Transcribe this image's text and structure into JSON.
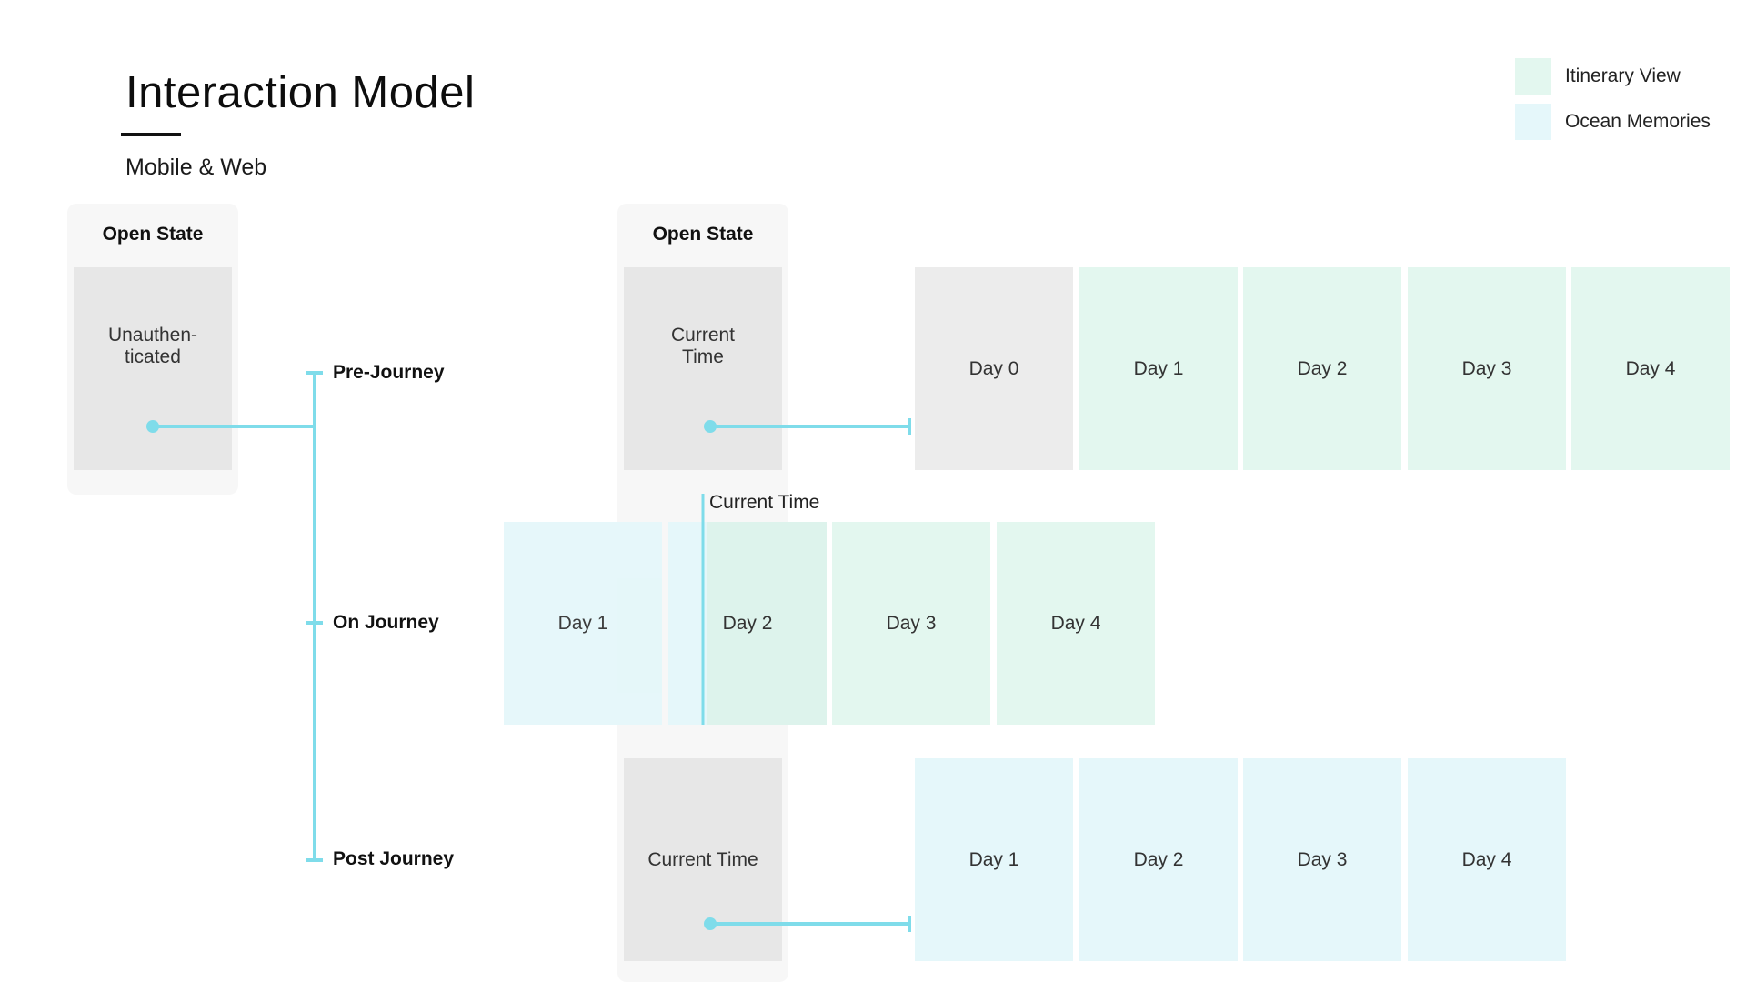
{
  "header": {
    "title": "Interaction Model",
    "subtitle": "Mobile & Web"
  },
  "legend": {
    "items": [
      {
        "label": "Itinerary View",
        "color": "#e3f7ef"
      },
      {
        "label": "Ocean Memories",
        "color": "#e5f7fa"
      }
    ]
  },
  "left_panel": {
    "title": "Open State",
    "screen_label": "Unauthen-\nticated"
  },
  "stages": {
    "pre": "Pre-Journey",
    "on": "On Journey",
    "post": "Post Journey"
  },
  "center_panel": {
    "title": "Open State",
    "pre_screen": "Current\nTime",
    "post_screen": "Current Time"
  },
  "pre_days": [
    "Day 0",
    "Day 1",
    "Day 2",
    "Day 3",
    "Day 4"
  ],
  "on_days": [
    "Day 1",
    "Day 2",
    "Day 3",
    "Day 4"
  ],
  "on_current_time": "Current Time",
  "post_days": [
    "Day 1",
    "Day 2",
    "Day 3",
    "Day 4"
  ],
  "colors": {
    "connector": "#7fdcea",
    "itinerary": "#e3f7ef",
    "memories": "#e5f7fa",
    "neutral": "#ececec"
  }
}
